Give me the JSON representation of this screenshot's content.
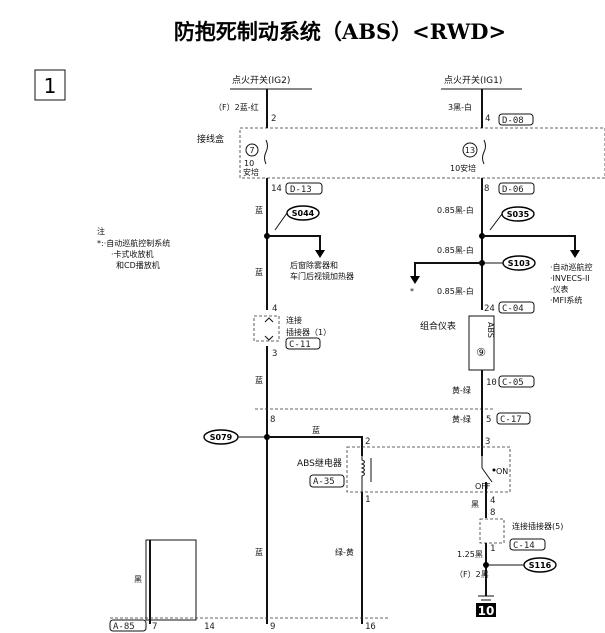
{
  "title": "防抱死制动系统（ABS）<RWD>",
  "page_index": "1",
  "ig2": {
    "label": "点火开关(IG2)",
    "wire": "（F）2蓝-红",
    "pin_top": "2",
    "fuse_num": "7",
    "fuse_amp": "10",
    "fuse_unit": "安培",
    "pin_jb": "14",
    "conn": "D-13"
  },
  "ig1": {
    "label": "点火开关(IG1)",
    "wire": "3黑-白",
    "pin_top": "4",
    "conn_top": "D-08",
    "fuse_num": "13",
    "fuse_amp": "10安培",
    "pin_jb": "8",
    "conn_jb": "D-06"
  },
  "junction_box": "接线盒",
  "note": {
    "title": "注",
    "line1": "*:·自动巡航控制系统",
    "line2": "·卡式收放机",
    "line3": "和CD播放机"
  },
  "left": {
    "wire_color1": "蓝",
    "splice1": "S044",
    "branch_l1": "后窗除雾器和",
    "branch_l2": "车门后视镜加热器",
    "wire_color2": "蓝",
    "pin_c11_top": "4",
    "conn_label1": "连接",
    "conn_label2": "插接器（1）",
    "pin_c11_bot": "3",
    "conn_c11": "C-11",
    "wire_color3": "蓝",
    "pin_8": "8",
    "splice2": "S079",
    "wire_color4": "蓝",
    "wire_color5": "蓝"
  },
  "right": {
    "wire1": "0.85黑-白",
    "splice1": "S035",
    "wire2": "0.85黑-白",
    "splice2": "S103",
    "branch1": "·自动巡航控",
    "branch2": "·INVECS-II",
    "branch3": "·仪表",
    "branch4": "·MFI系统",
    "star": "*",
    "wire3": "0.85黑-白",
    "pin_24": "24",
    "conn_c04": "C-04",
    "meter": "组合仪表",
    "abs_tag": "ABS",
    "lamp": "⑨",
    "wire4": "黄-绿",
    "pin_10": "10",
    "conn_c05": "C-05",
    "wire5": "黄-绿",
    "pin_5": "5",
    "conn_c17": "C-17"
  },
  "relay": {
    "label": "ABS继电器",
    "conn": "A-35",
    "pin_2": "2",
    "pin_3": "3",
    "pin_1": "1",
    "pin_4": "4",
    "on": "ON",
    "off": "OFF"
  },
  "ground": {
    "wire": "黑",
    "pin_8": "8",
    "conn_label": "连接插接器(5)",
    "pin_1": "1",
    "conn": "C-14",
    "wire2": "1.25黑",
    "splice": "S116",
    "wire3": "（F）2黑",
    "ground_num": "10"
  },
  "bottom": {
    "wire_black": "黑",
    "wire_gy": "绿-黄",
    "conn": "A-85",
    "pin_7": "7",
    "pin_14": "14",
    "pin_9": "9",
    "pin_16": "16"
  }
}
